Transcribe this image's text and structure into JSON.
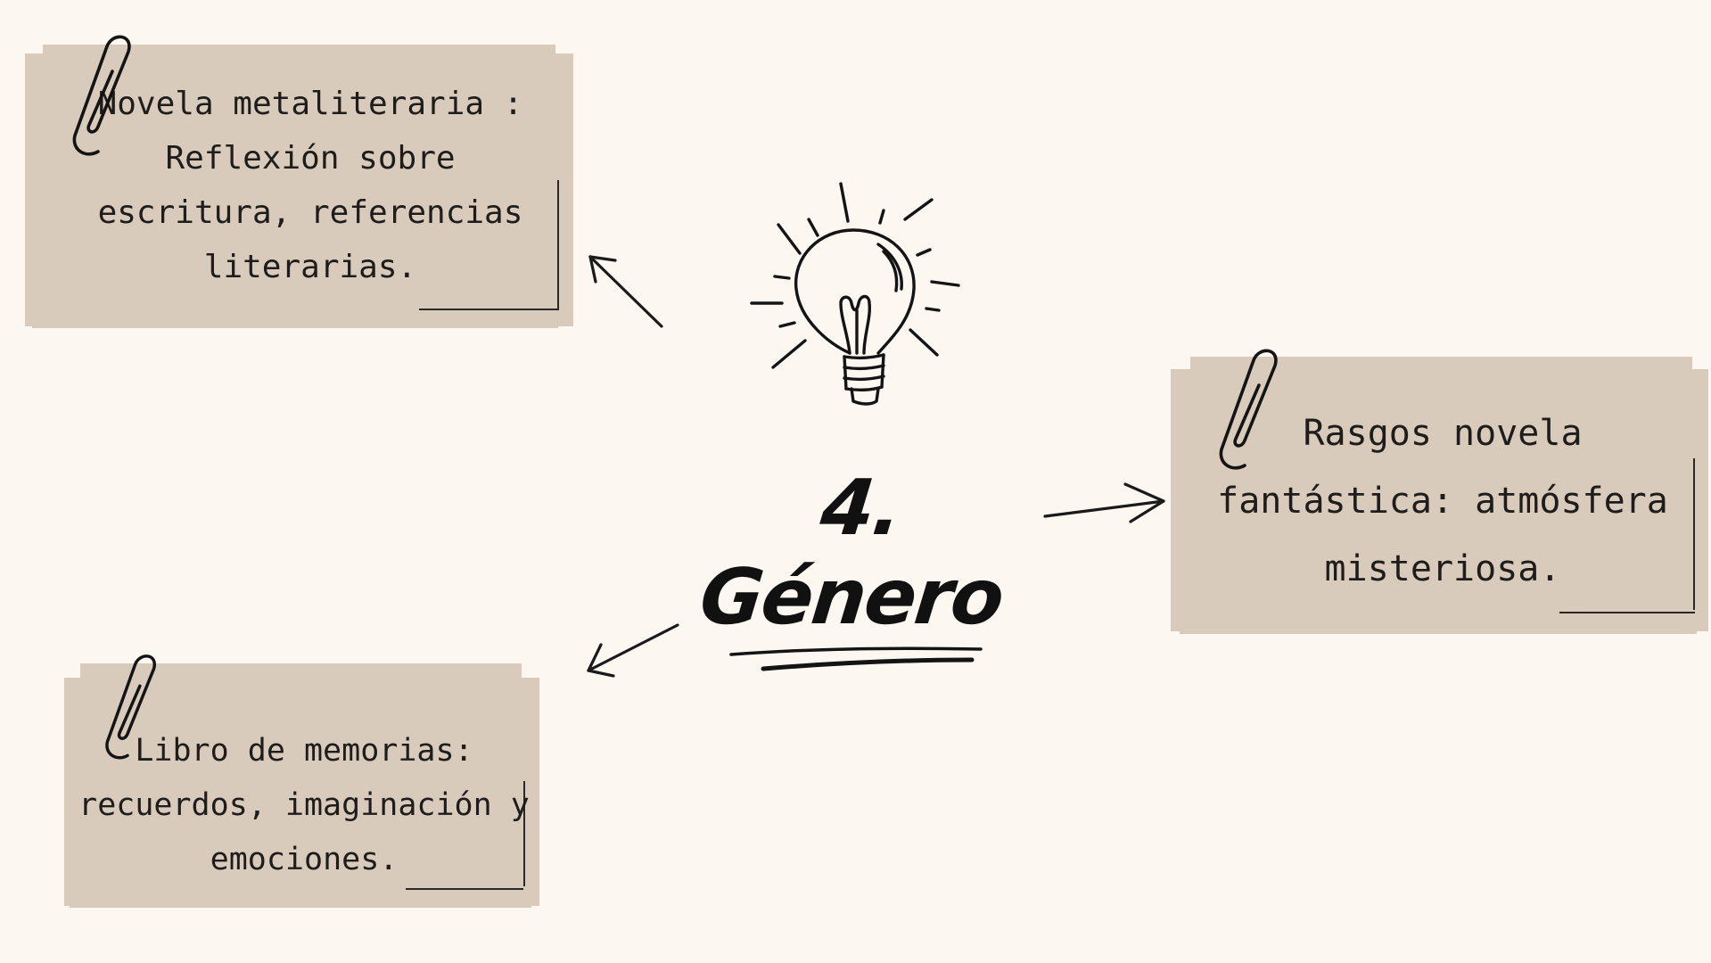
{
  "title": "4. Género",
  "notes": [
    {
      "id": "metaliteraria",
      "text": "Novela metaliteraria :\nReflexión sobre\nescritura, referencias\nliterarias."
    },
    {
      "id": "fantastica",
      "text": "Rasgos novela\nfantástica:  atmósfera\nmisteriosa."
    },
    {
      "id": "memorias",
      "text": "Libro de memorias:\nrecuerdos, imaginación y\nemociones."
    }
  ],
  "icons": {
    "bulb": "lightbulb-icon",
    "clip": "paperclip-icon",
    "arrow": "arrow-icon"
  },
  "colors": {
    "background": "#fdf7f1",
    "note": "#d9cbbb",
    "ink": "#1c1b1a"
  }
}
